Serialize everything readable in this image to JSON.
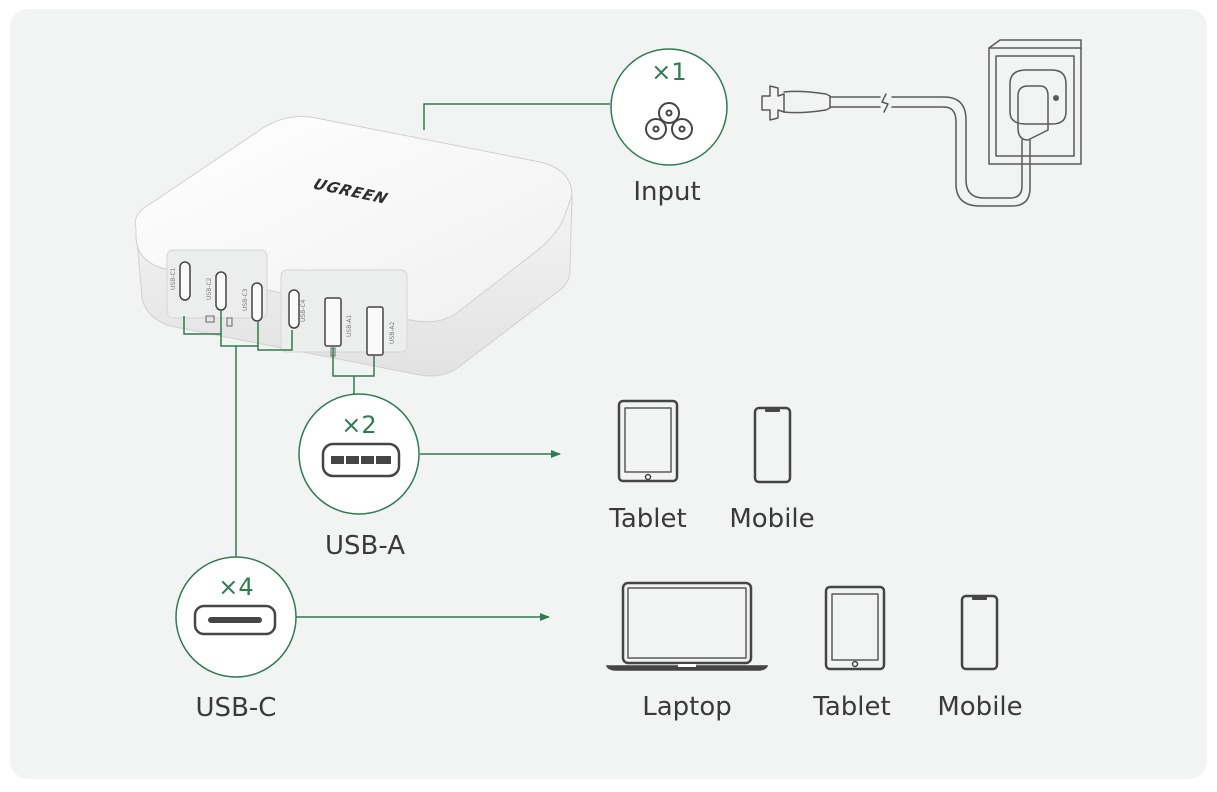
{
  "brand": "UGREEN",
  "input": {
    "count": "×1",
    "label": "Input"
  },
  "usb_a": {
    "count": "×2",
    "label": "USB-A"
  },
  "usb_c": {
    "count": "×4",
    "label": "USB-C"
  },
  "ports": [
    "USB-C1",
    "USB-C2",
    "USB-C3",
    "USB-C4",
    "USB-A1",
    "USB-A2"
  ],
  "usb_a_devices": [
    "Tablet",
    "Mobile"
  ],
  "usb_c_devices": [
    "Laptop",
    "Tablet",
    "Mobile"
  ],
  "colors": {
    "accent": "#2e7d4f",
    "panel": "#f2f3f3",
    "device_outline": "#454545"
  }
}
